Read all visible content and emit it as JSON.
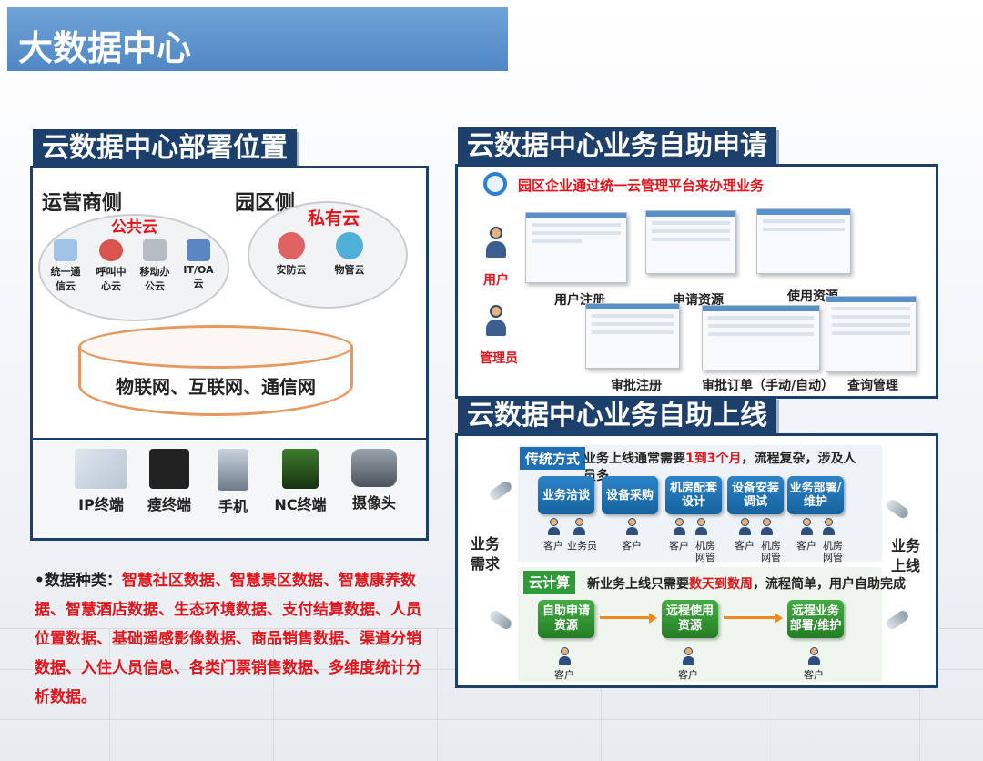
{
  "page": {
    "title": "大数据中心"
  },
  "deploy": {
    "heading": "云数据中心部署位置",
    "operator_side": "运营商侧",
    "park_side": "园区侧",
    "public_cloud": "公共云",
    "private_cloud": "私有云",
    "public_items": [
      {
        "label": "统一通信云",
        "icon": "phone-cloud-icon"
      },
      {
        "label": "呼叫中心云",
        "icon": "callcenter-icon"
      },
      {
        "label": "移动办公云",
        "icon": "mobile-office-icon"
      },
      {
        "label": "IT/OA云",
        "icon": "server-icon"
      }
    ],
    "private_items": [
      {
        "label": "安防云",
        "icon": "security-icon"
      },
      {
        "label": "物管云",
        "icon": "property-icon"
      }
    ],
    "network": "物联网、互联网、通信网",
    "devices": [
      "IP终端",
      "瘦终端",
      "手机",
      "NC终端",
      "摄像头"
    ]
  },
  "data_types": {
    "lead": "•数据种类：",
    "text": "智慧社区数据、智慧景区数据、智慧康养数据、智慧酒店数据、生态环境数据、支付结算数据、人员位置数据、基础遥感影像数据、商品销售数据、渠道分销数据、入住人员信息、各类门票销售数据、多维度统计分析数据。"
  },
  "self_apply": {
    "heading": "云数据中心业务自助申请",
    "intro": "园区企业通过统一云管理平台来办理业务",
    "user_label": "用户",
    "admin_label": "管理员",
    "steps_top": [
      "用户注册",
      "申请资源",
      "使用资源"
    ],
    "steps_bottom": [
      "审批注册",
      "审批订单（手动/自动）",
      "查询管理"
    ]
  },
  "self_online": {
    "heading": "云数据中心业务自助上线",
    "demand": "业务需求",
    "online": "业务上线",
    "traditional_tag": "传统方式",
    "traditional_desc_pre": "业务上线通常需要",
    "traditional_desc_hl": "1到3个月",
    "traditional_desc_post": "，流程复杂，涉及人员多",
    "traditional_steps": [
      "业务洽谈",
      "设备采购",
      "机房配套设计",
      "设备安装调试",
      "业务部署/维护"
    ],
    "traditional_roles": [
      "客户",
      "业务员",
      "客户",
      "客户",
      "机房网管",
      "客户",
      "机房网管",
      "客户",
      "机房网管"
    ],
    "cloud_tag": "云计算",
    "cloud_desc_pre": "新业务上线只需要",
    "cloud_desc_hl": "数天到数周",
    "cloud_desc_post": "，流程简单，用户自助完成",
    "cloud_steps": [
      "自助申请资源",
      "远程使用资源",
      "远程业务部署/维护"
    ],
    "cloud_roles": [
      "客户",
      "客户",
      "客户"
    ]
  },
  "colors": {
    "navy": "#1c3f6b",
    "highlight_red": "#e2141b",
    "step_blue": "#1f6fb5",
    "step_green": "#2f9a3a",
    "arrow_orange": "#f08a1c"
  }
}
